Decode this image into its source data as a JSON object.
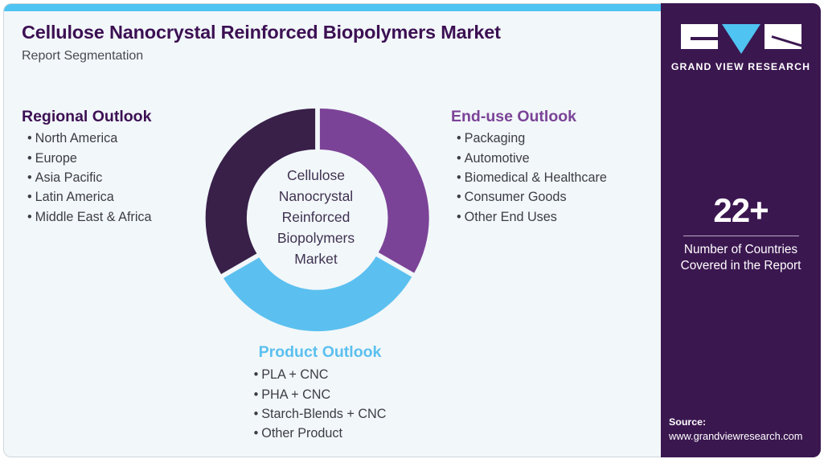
{
  "header": {
    "title": "Cellulose Nanocrystal Reinforced Biopolymers Market",
    "subtitle": "Report Segmentation"
  },
  "colors": {
    "accent_blue": "#4fc3f1",
    "dark_purple": "#3b1750",
    "mid_purple": "#7b4397",
    "light_blue": "#5bc0ef",
    "page_bg": "#f2f7fa",
    "donut_dark": "#382049"
  },
  "regional_outlook": {
    "heading": "Regional Outlook",
    "bullet": "•",
    "items": [
      "North America",
      "Europe",
      "Asia Pacific",
      "Latin America",
      "Middle East & Africa"
    ]
  },
  "enduse_outlook": {
    "heading": "End-use Outlook",
    "bullet": "•",
    "items": [
      "Packaging",
      "Automotive",
      "Biomedical & Healthcare",
      "Consumer Goods",
      "Other End Uses"
    ]
  },
  "product_outlook": {
    "heading": "Product Outlook",
    "bullet": "•",
    "items": [
      "PLA + CNC",
      "PHA + CNC",
      "Starch-Blends + CNC",
      "Other Product"
    ]
  },
  "donut": {
    "center_lines": [
      "Cellulose",
      "Nanocrystal",
      "Reinforced",
      "Biopolymers",
      "Market"
    ]
  },
  "chart_data": {
    "type": "pie",
    "title": "Cellulose Nanocrystal Reinforced Biopolymers Market",
    "subtype": "donut",
    "categories": [
      "End-use Outlook",
      "Product Outlook",
      "Regional Outlook"
    ],
    "values": [
      33.33,
      33.33,
      33.33
    ],
    "colors": [
      "#7b4397",
      "#5bc0ef",
      "#382049"
    ],
    "legend": "none",
    "labels_shown": false,
    "notes": "Three equal segments with radial gaps; segment colors key the three outlook lists."
  },
  "side_panel": {
    "logo": {
      "wordmark": "GRAND VIEW RESEARCH"
    },
    "stat": {
      "value": "22+",
      "label_lines": [
        "Number of Countries",
        "Covered in the Report"
      ]
    },
    "source": {
      "title": "Source:",
      "url": "www.grandviewresearch.com"
    }
  }
}
